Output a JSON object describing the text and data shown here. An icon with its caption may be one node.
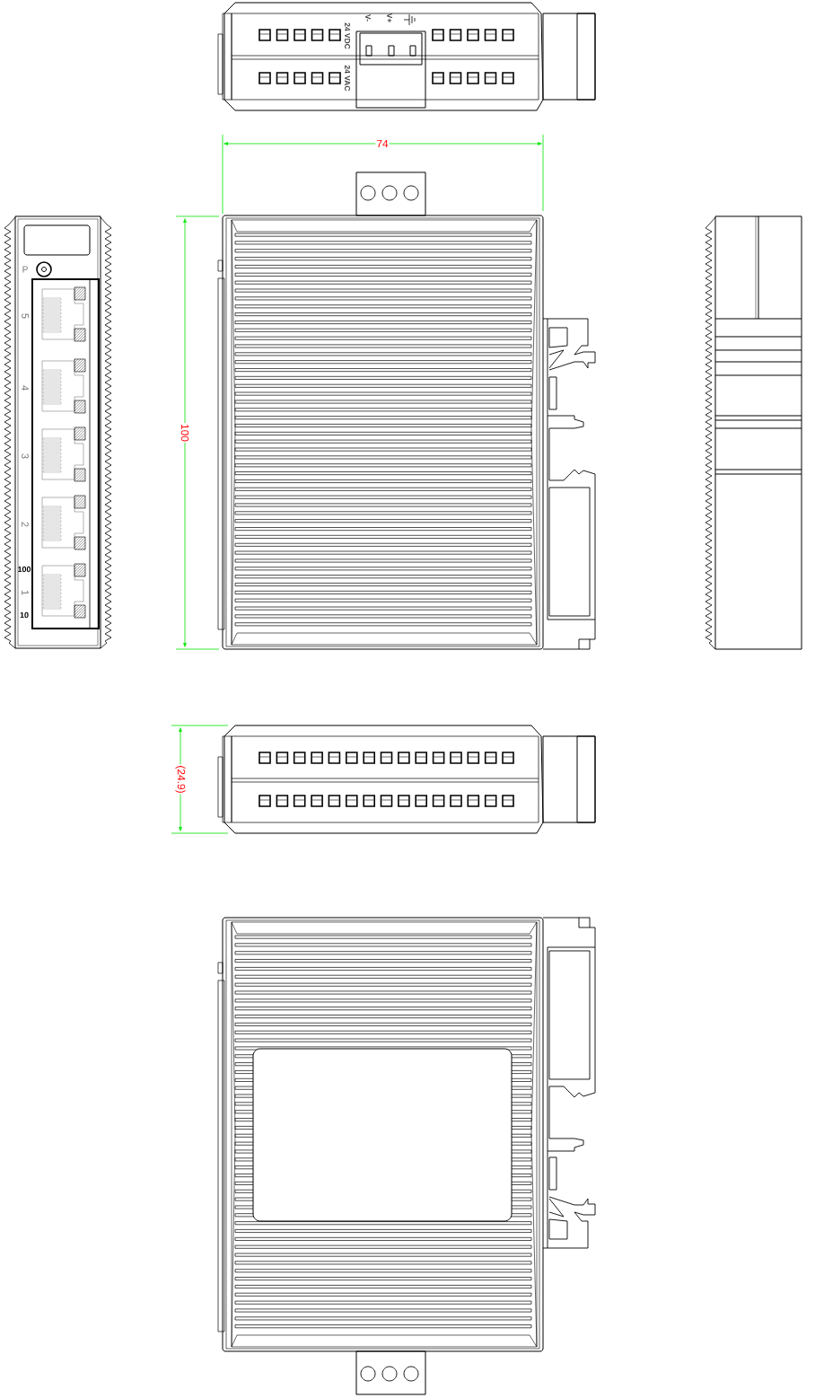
{
  "diagram": {
    "labels": [
      "24 VDC",
      "V-",
      "V+",
      "24 VAC",
      "74",
      "100",
      "P",
      "5",
      "4",
      "3",
      "2",
      "100",
      "1",
      "10",
      "(24.9)"
    ]
  }
}
